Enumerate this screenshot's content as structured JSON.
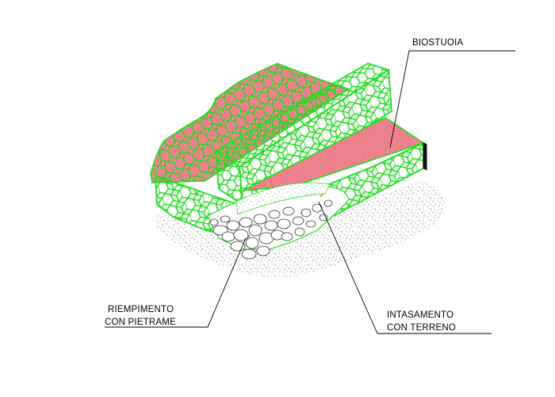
{
  "labels": {
    "biostuoia": "BIOSTUOIA",
    "riempimento_line1": "RIEMPIMENTO",
    "riempimento_line2": "CON PIETRAME",
    "intasamento_line1": "INTASAMENTO",
    "intasamento_line2": "CON TERRENO"
  },
  "colors": {
    "mesh_green": "#22dd22",
    "biostuoia_red": "#ee6a78",
    "leader": "#000000",
    "stone_outline": "#333333",
    "soil_speckle": "#666666"
  },
  "icons": {
    "mesh": "hexagonal-wire-mesh",
    "stones": "stone-fill",
    "soil": "soil-speckle"
  }
}
